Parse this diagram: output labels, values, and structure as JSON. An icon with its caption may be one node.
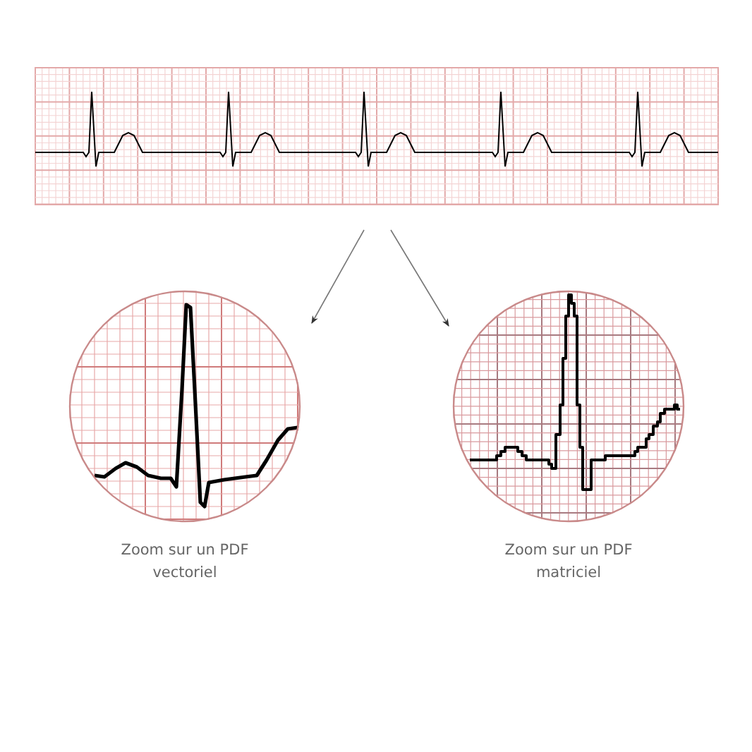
{
  "diagram": {
    "nodes": [
      {
        "text": [],
        "shape": "picture"
      },
      {
        "text": [],
        "shape": "picture",
        "beside": [
          "Zoom sur un PDF vectoriel"
        ]
      },
      {
        "text": [],
        "shape": "picture",
        "beside": [
          "Zoom sur un PDF matriciel"
        ]
      }
    ],
    "edges": [
      {
        "from": null,
        "to": 1,
        "arrow": "to"
      },
      {
        "from": null,
        "to": 2,
        "arrow": "to"
      }
    ]
  }
}
